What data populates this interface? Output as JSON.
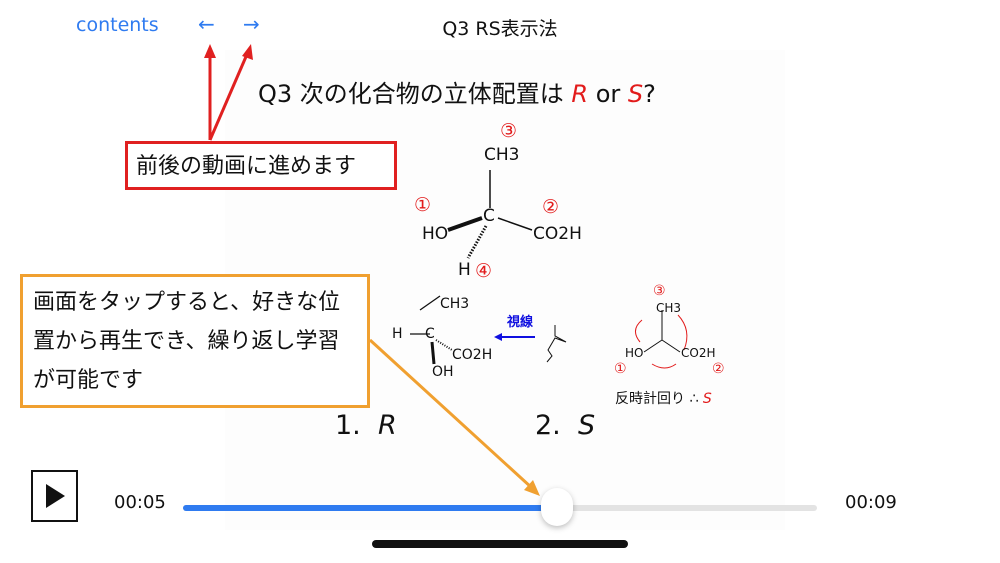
{
  "header": {
    "contents_label": "contents",
    "back_icon": "←",
    "forward_icon": "→",
    "title": "Q3 RS表示法"
  },
  "slide": {
    "question_prefix": "Q3 次の化合物の立体配置は ",
    "R": "R",
    "or": " or ",
    "S": "S",
    "question_suffix": "?",
    "mol1": {
      "ch3": "CH3",
      "c": "C",
      "ho": "HO",
      "co2h": "CO2H",
      "h": "H",
      "p1": "①",
      "p2": "②",
      "p3": "③",
      "p4": "④"
    },
    "mol2": {
      "ch3": "CH3",
      "h": "H",
      "c": "C",
      "co2h": "CO2H",
      "oh": "OH"
    },
    "gaze_label": "視線",
    "mol3": {
      "ch3": "CH3",
      "ho": "HO",
      "co2h": "CO2H",
      "p1": "①",
      "p2": "②",
      "p3": "③",
      "caption": "反時計回り ∴ ",
      "result": "S"
    },
    "choices": [
      {
        "num": "1.",
        "label": "R"
      },
      {
        "num": "2.",
        "label": "S"
      }
    ]
  },
  "callouts": {
    "nav_note": "前後の動画に進めます",
    "seek_note": "画面をタップすると、好きな位置から再生でき、繰り返し学習が可能です"
  },
  "player": {
    "play_icon": "play",
    "current_time": "00:05",
    "duration": "00:09",
    "progress_percent": 59
  },
  "colors": {
    "accent": "#2f7bf0",
    "red": "#e21b1b",
    "orange": "#f0a030"
  }
}
